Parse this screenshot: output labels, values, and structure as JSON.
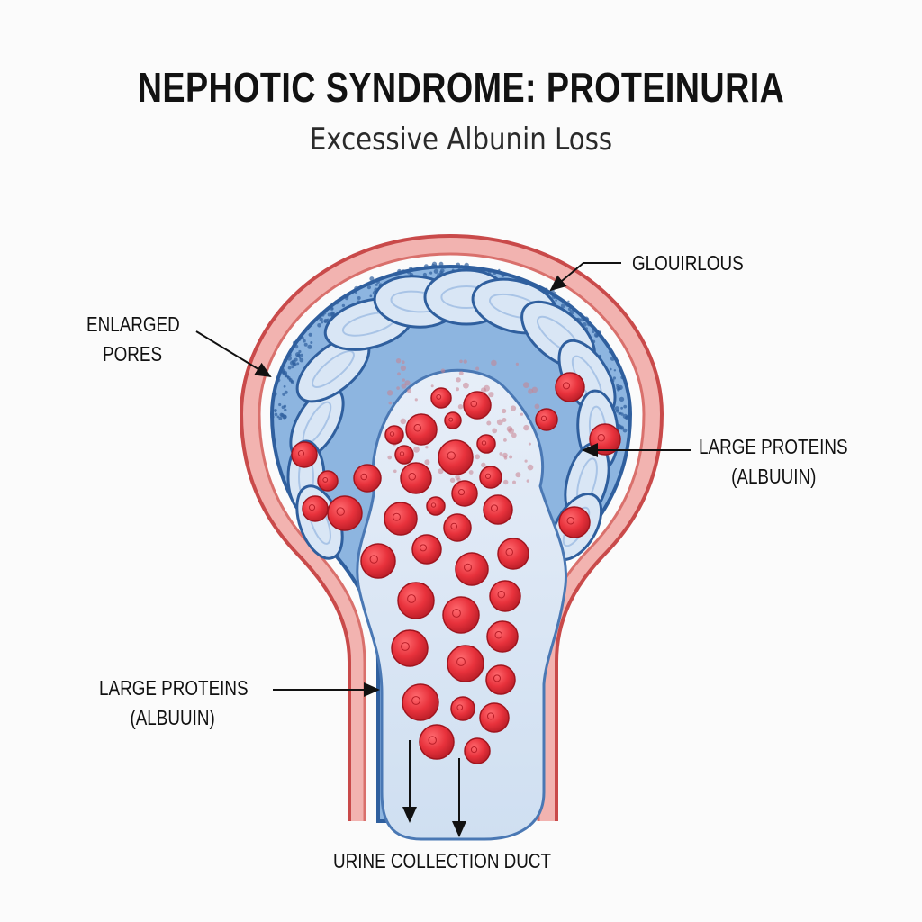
{
  "title": "NEPHOTIC SYNDROME: PROTEINURIA",
  "subtitle": "Excessive Albunin Loss",
  "labels": {
    "glomerulus": "GLOUIRLOUS",
    "enlarged_pores": [
      "ENLARGED",
      "PORES"
    ],
    "large_proteins_right": [
      "LARGE PROTEINS",
      "(ALBUUIN)"
    ],
    "large_proteins_left": [
      "LARGE PROTEINS",
      "(ALBUUIN)"
    ],
    "duct": "URINE COLLECTION DUCT"
  },
  "colors": {
    "vessel_wall": "#e98f8f",
    "vessel_outline": "#c94a4a",
    "membrane_blue": "#7fa8d8",
    "membrane_dark": "#2f5f9e",
    "lumen": "#dbe7f5",
    "protein_red": "#e8323c",
    "protein_dark": "#b81d27"
  },
  "icons": {
    "protein": "albumin-particle",
    "pointer": "arrow-pointer"
  }
}
